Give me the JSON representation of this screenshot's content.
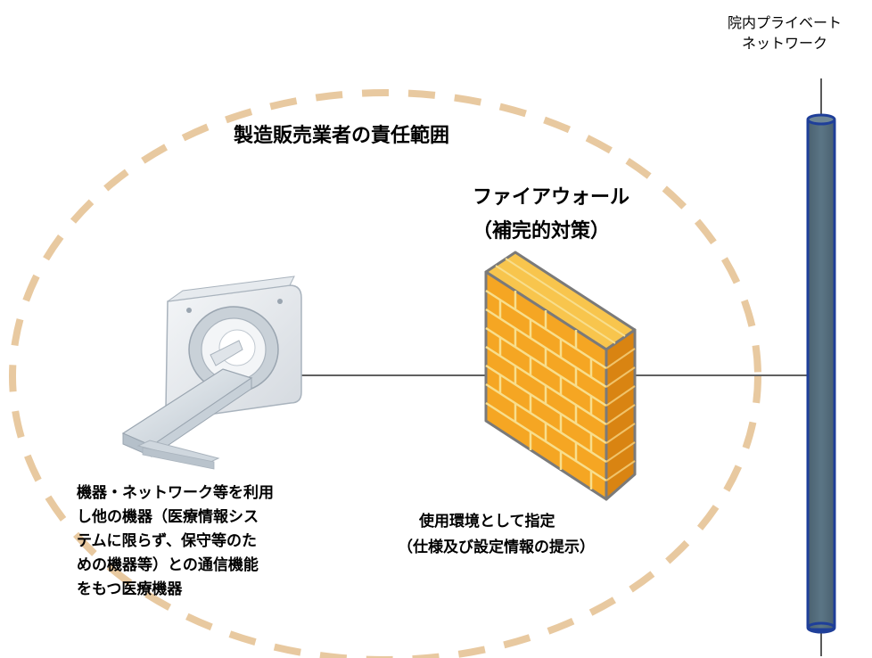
{
  "network": {
    "label_line1": "院内プライベート",
    "label_line2": "ネットワーク"
  },
  "scope": {
    "title": "製造販売業者の責任範囲"
  },
  "firewall": {
    "title": "ファイアウォール",
    "subtitle": "（補完的対策）"
  },
  "device": {
    "description_lines": [
      "機器・ネットワーク等を利用",
      "し他の機器（医療情報シス",
      "テムに限らず、保守等のた",
      "めの機器等）との通信機能",
      "をもつ医療機器"
    ]
  },
  "environment": {
    "line1": "使用環境として指定",
    "line2": "（仕様及び設定情報の提示）"
  },
  "colors": {
    "scope_dash": "#e8c9a0",
    "network_pipe": "#56707f",
    "network_pipe_border": "#1f3f99",
    "brick_front": "#f5a623",
    "brick_side": "#d98412",
    "mortar": "#f8de8c"
  }
}
